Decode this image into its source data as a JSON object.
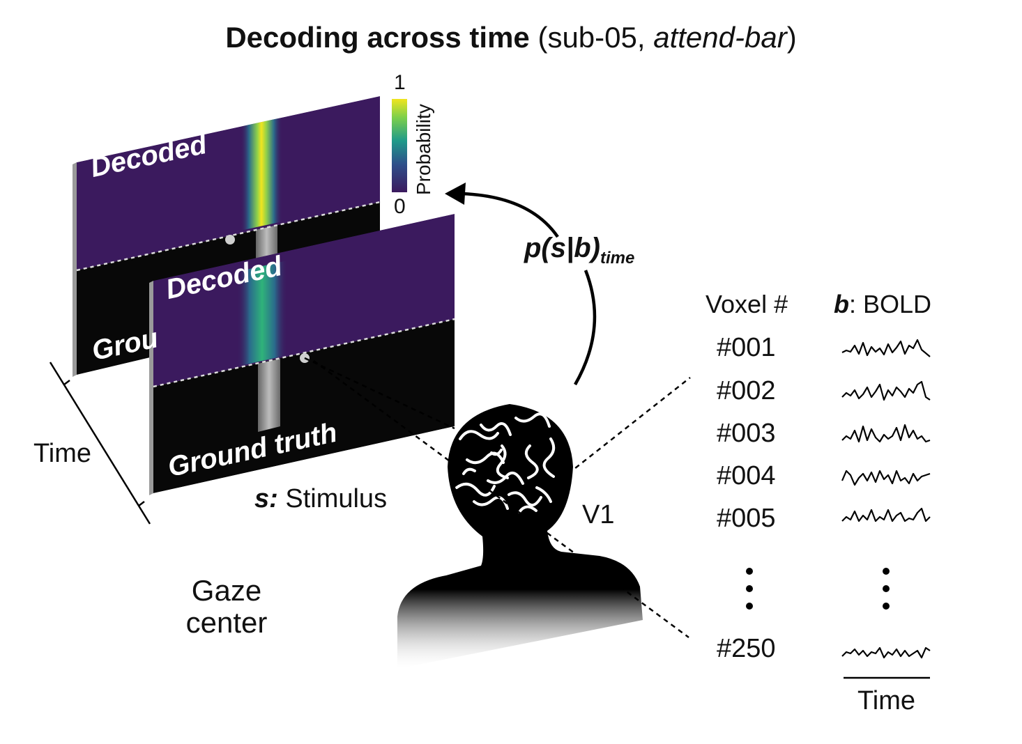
{
  "title": {
    "bold": "Decoding across time",
    "paren_open": "(",
    "subject": "sub-05,",
    "condition": "attend-bar",
    "paren_close": ")"
  },
  "colorbar": {
    "max_label": "1",
    "min_label": "0",
    "label": "Probability"
  },
  "panels": {
    "back": {
      "decoded_label": "Decoded",
      "truth_label": "Grou"
    },
    "front": {
      "decoded_label": "Decoded",
      "truth_label": "Ground truth"
    }
  },
  "arrow_label": {
    "main": "p(s|b)",
    "subscript": "time"
  },
  "time_axis_label": "Time",
  "stimulus_label": {
    "symbol": "s:",
    "text": "Stimulus"
  },
  "gaze_label": {
    "line1": "Gaze",
    "line2": "center"
  },
  "region_label": "V1",
  "table": {
    "voxel_header": "Voxel #",
    "bold_header_symbol": "b",
    "bold_header_text": ": BOLD",
    "voxels": [
      "#001",
      "#002",
      "#003",
      "#004",
      "#005",
      "#250"
    ],
    "time_label": "Time"
  },
  "colors": {
    "panel_purple": "#3b1a5e",
    "panel_black": "#080808",
    "decoded_yellow": "#f0e51f",
    "decoded_green": "#2fb37a",
    "decoded_blue": "#2a6b8c"
  }
}
